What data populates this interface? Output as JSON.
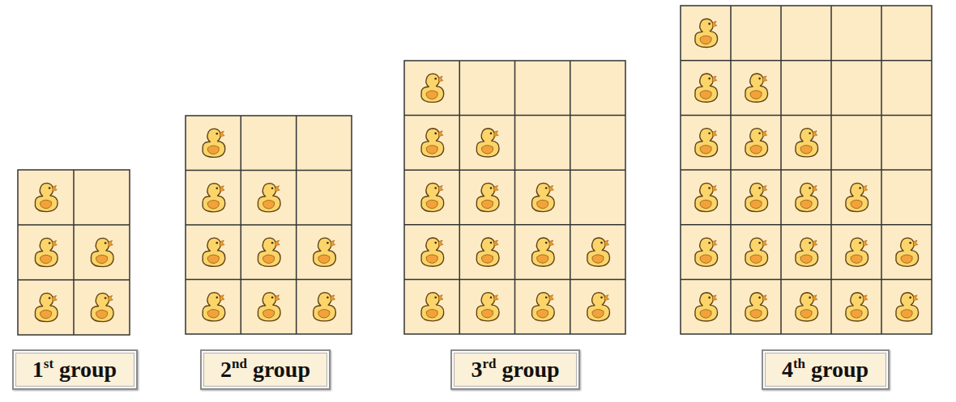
{
  "diagram": {
    "nodes": [
      {
        "text": [
          "1st group"
        ]
      },
      {
        "text": [
          "2nd group"
        ]
      },
      {
        "text": [
          "3rd group"
        ]
      },
      {
        "text": [
          "4th group"
        ]
      }
    ]
  }
}
